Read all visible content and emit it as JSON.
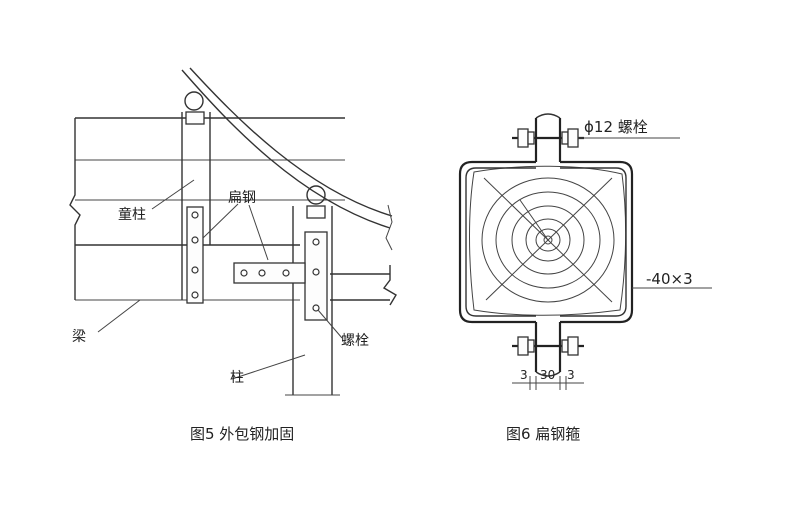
{
  "figure5": {
    "caption": "图5  外包钢加固",
    "labels": {
      "queen_post": "童柱",
      "flat_steel": "扁钢",
      "beam": "梁",
      "bolt": "螺栓",
      "column": "柱"
    }
  },
  "figure6": {
    "caption": "图6  扁钢箍",
    "labels": {
      "bolt_spec": "ϕ12  螺栓",
      "strip_size": "-40×3",
      "dim_left": "3",
      "dim_mid": "30",
      "dim_right": "3"
    }
  }
}
